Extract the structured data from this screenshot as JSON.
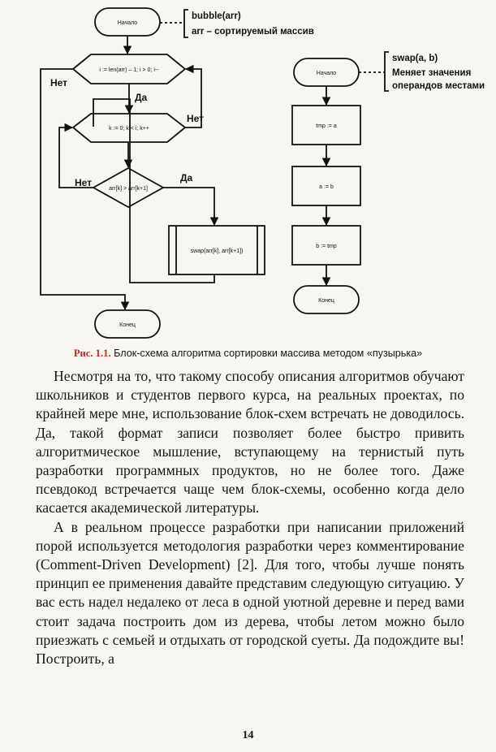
{
  "flowchart_bubble": {
    "start": "Начало",
    "header_title": "bubble(arr)",
    "header_desc": "arr – сортируемый массив",
    "outer_loop": "i := len(arr) – 1; i > 0; i--",
    "inner_loop": "k := 0; k < i; k++",
    "condition": "arr[k] > arr[k+1]",
    "call_swap": "swap(arr[k], arr[k+1])",
    "end": "Конец",
    "yes_outer": "Да",
    "no_outer": "Нет",
    "no_inner": "Нет",
    "no_cond": "Нет",
    "yes_cond": "Да"
  },
  "flowchart_swap": {
    "start": "Начало",
    "header_title": "swap(a, b)",
    "header_desc_1": "Меняет значения",
    "header_desc_2": "операндов местами",
    "step_1": "tmp := a",
    "step_2": "a := b",
    "step_3": "b := tmp",
    "end": "Конец"
  },
  "caption": {
    "label": "Рис. 1.1.",
    "text": "Блок-схема алгоритма сортировки массива методом «пузырька»"
  },
  "paragraphs": [
    "Несмотря на то, что такому способу описания алгоритмов обучают школьников и студентов первого курса, на реальных проектах, по крайней мере мне, использование блок-схем встречать не доводилось. Да, такой формат записи позволяет более быстро привить алгоритмическое мышление, вступающему на тернистый путь разработки программных продуктов, но не более того. Даже псевдокод встречается чаще чем блок-схемы, особенно когда дело касается академической литературы.",
    "А в реальном процессе разработки при написании приложений порой используется методология разработки через комментирование (Comment-Driven Development) [2]. Для того, чтобы лучше понять принцип ее применения давайте представим следующую ситуацию. У вас есть надел недалеко от леса в одной уютной деревне и перед вами стоит задача построить дом из дерева, чтобы летом можно было приезжать с семьей и отдыхать от городской суеты. Да подождите вы! Построить, а"
  ],
  "page_number": "14"
}
